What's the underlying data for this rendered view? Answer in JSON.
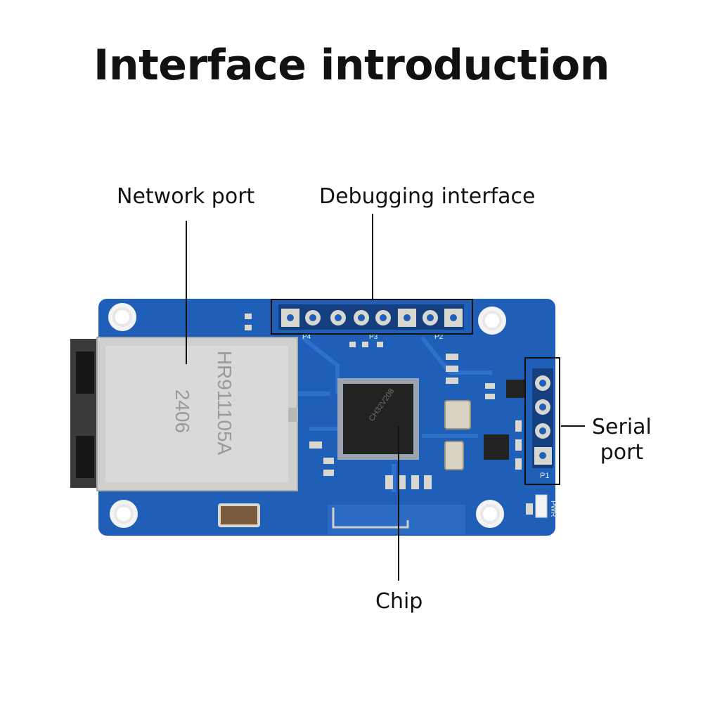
{
  "title": "Interface introduction",
  "labels": {
    "network_port": "Network port",
    "debugging_interface": "Debugging interface",
    "serial_port_line1": "Serial",
    "serial_port_line2": "port",
    "chip": "Chip"
  },
  "silkscreen": {
    "jack_part": "HR911105A",
    "jack_date": "2406",
    "chip_marking": "CH32V208",
    "p1": "P1",
    "p2": "P2",
    "p3": "P3",
    "p4": "P4",
    "pwr": "PWR"
  },
  "colors": {
    "pcb": "#1f5fb8",
    "pcb_trace": "#2e74cf",
    "metal": "#c9c9c7",
    "chip": "#222222",
    "pad": "#d8d8d0",
    "text": "#111111"
  }
}
